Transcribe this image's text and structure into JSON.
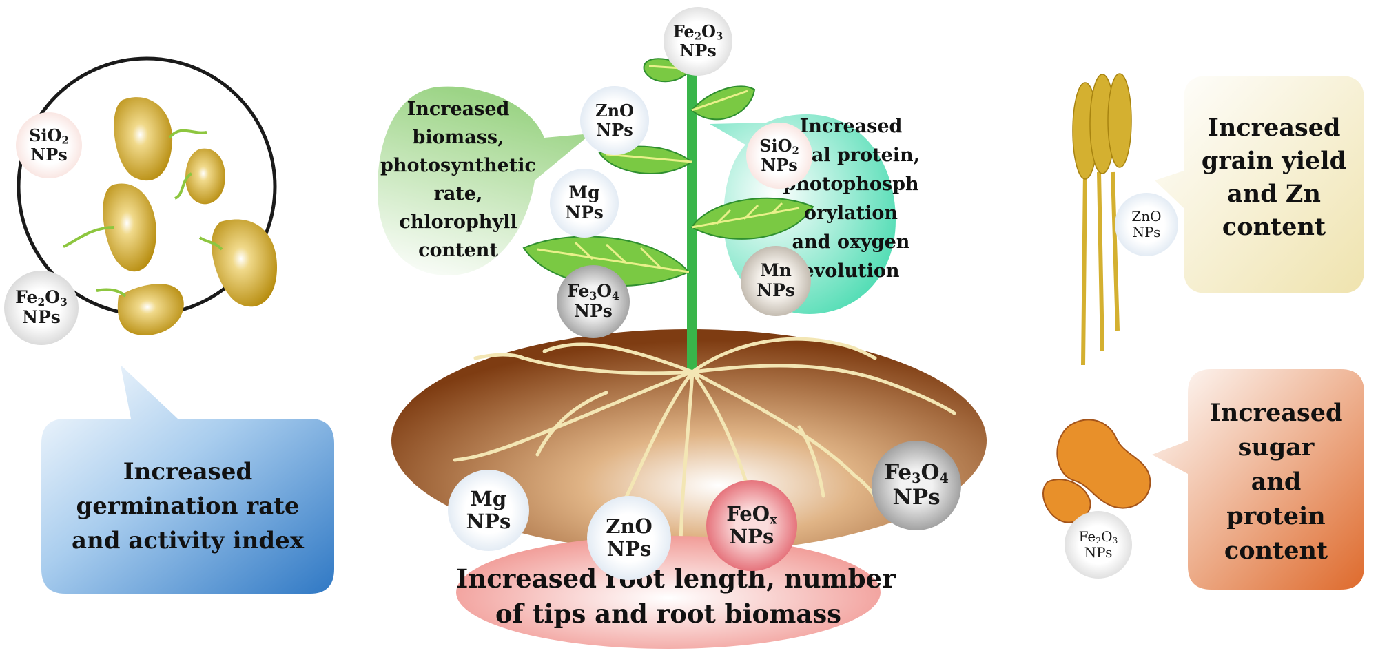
{
  "seed_panel": {
    "effect_lines": [
      "Increased",
      "germination rate",
      "and activity index"
    ],
    "nps": [
      {
        "formula": [
          "SiO",
          "2",
          ""
        ],
        "suffix": "NPs",
        "tone": "pink"
      },
      {
        "formula": [
          "Fe",
          "2",
          "O",
          "3"
        ],
        "suffix": "NPs",
        "tone": "grey"
      }
    ]
  },
  "leaf_panel": {
    "left_effect_lines": [
      "Increased",
      "biomass,",
      "photosynthetic",
      "rate,",
      "chlorophyll",
      "content"
    ],
    "right_effect_lines": [
      "Increased",
      "total protein,",
      "photophosph",
      "orylation",
      "and oxygen",
      "evolution"
    ],
    "nps": {
      "top": {
        "formula": [
          "Fe",
          "2",
          "O",
          "3"
        ],
        "suffix": "NPs",
        "tone": "grey"
      },
      "zno": {
        "formula": [
          "ZnO"
        ],
        "suffix": "NPs",
        "tone": "blue"
      },
      "sio2": {
        "formula": [
          "SiO",
          "2"
        ],
        "suffix": "NPs",
        "tone": "pink"
      },
      "mg": {
        "formula": [
          "Mg"
        ],
        "suffix": "NPs",
        "tone": "blue"
      },
      "fe3o4": {
        "formula": [
          "Fe",
          "3",
          "O",
          "4"
        ],
        "suffix": "NPs",
        "tone": "darkgrey"
      },
      "mn": {
        "formula": [
          "Mn"
        ],
        "suffix": "NPs",
        "tone": "taupe"
      }
    }
  },
  "root_panel": {
    "effect_lines": [
      "Increased root length, number",
      "of tips and root biomass"
    ],
    "nps": {
      "mg": {
        "formula": [
          "Mg"
        ],
        "suffix": "NPs",
        "tone": "blue"
      },
      "zno": {
        "formula": [
          "ZnO"
        ],
        "suffix": "NPs",
        "tone": "blue"
      },
      "feox": {
        "formula": [
          "FeO",
          "x"
        ],
        "suffix": "NPs",
        "tone": "red"
      },
      "fe3o4": {
        "formula": [
          "Fe",
          "3",
          "O",
          "4"
        ],
        "suffix": "NPs",
        "tone": "darkgrey"
      }
    }
  },
  "grain_panel": {
    "effect_lines": [
      "Increased",
      "grain yield",
      "and Zn",
      "content"
    ],
    "np": {
      "formula": [
        "ZnO"
      ],
      "suffix": "NPs",
      "tone": "blue"
    }
  },
  "peanut_panel": {
    "effect_lines": [
      "Increased",
      "sugar",
      "and",
      "protein",
      "content"
    ],
    "np": {
      "formula": [
        "Fe",
        "2",
        "O",
        "3"
      ],
      "suffix": "NPs",
      "tone": "grey"
    }
  },
  "colors": {
    "leaf_green": "#7ac943",
    "stem_green": "#39b54a",
    "soil_brown": "#8b4a1c",
    "seed_gold": "#c9a227",
    "wheat_gold": "#d4b030",
    "peanut_orange": "#e8902a",
    "blue_bubble": "#3a84cc",
    "green_bubble": "#a8d890",
    "teal_bubble": "#40dfb0",
    "cream_bubble": "#f4edc4",
    "orange_bubble": "#e47838",
    "pink_bubble": "#f2a6a2"
  }
}
